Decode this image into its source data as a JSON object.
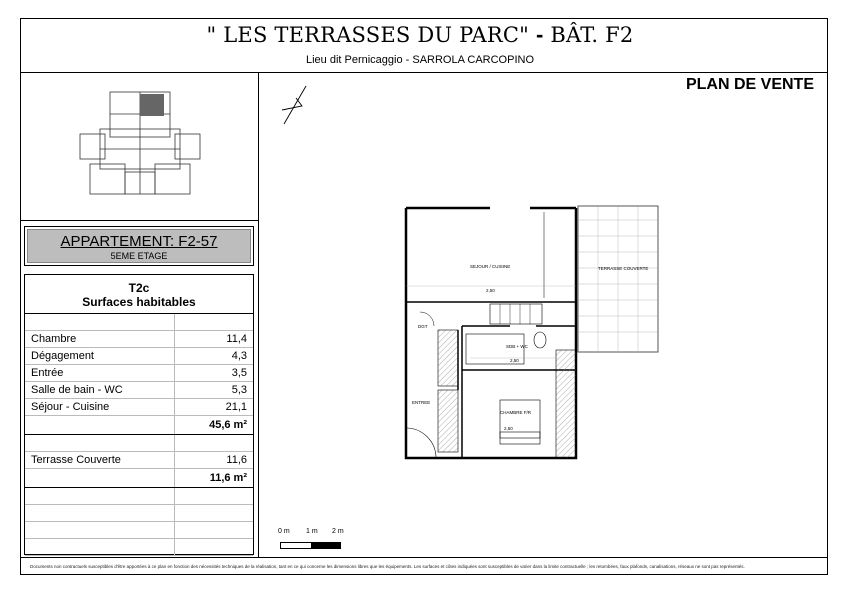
{
  "header": {
    "title": "\" LES TERRASSES DU PARC\"",
    "separator": "-",
    "building": "BÂT.",
    "building_code": "F2",
    "location": "Lieu dit Pernicaggio - SARROLA CARCOPINO"
  },
  "plan_label": "PLAN DE VENTE",
  "apartment": {
    "name": "APPARTEMENT: F2-57",
    "floor": "5EME ETAGE"
  },
  "surfaces": {
    "type": "T2c",
    "heading": "Surfaces habitables",
    "rooms": [
      {
        "name": "Chambre",
        "value": "11,4"
      },
      {
        "name": "Dégagement",
        "value": "4,3"
      },
      {
        "name": "Entrée",
        "value": "3,5"
      },
      {
        "name": "Salle de bain - WC",
        "value": "5,3"
      },
      {
        "name": "Séjour - Cuisine",
        "value": "21,1"
      }
    ],
    "total": "45,6 m²",
    "extras": [
      {
        "name": "Terrasse Couverte",
        "value": "11,6"
      }
    ],
    "extras_total": "11,6 m²"
  },
  "plan_rooms": {
    "sejour": "SEJOUR / CUISINE",
    "terrasse": "TERRASSE COUVERTE",
    "sdb": "SDB + WC",
    "entree": "ENTREE",
    "chambre": "CHAMBRE F/R",
    "dgt": "DGT"
  },
  "plan_heights": {
    "sejour": "2,50",
    "sdb": "2,50",
    "chambre": "2,50"
  },
  "scale": {
    "labels": [
      "0 m",
      "1 m",
      "2 m"
    ]
  },
  "footer": "Documents non contractuels susceptibles d'être apportées à ce plan en fonction des nécessités techniques de la réalisation, tant en ce qui concerne les dimensions libres que les équipements. Les surfaces et côtes indiquées sont susceptibles de varier dans la limite contractuelle ; les retombées, faux plafonds, canalisations, réseaux ne sont pas représentés."
}
